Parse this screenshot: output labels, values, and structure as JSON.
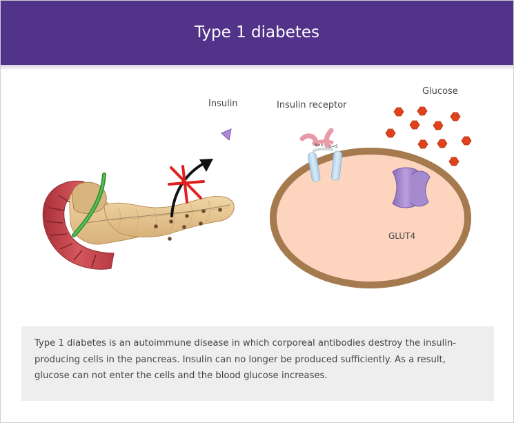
{
  "header": {
    "title": "Type 1 diabetes"
  },
  "figure": {
    "labels": {
      "insulin": "Insulin",
      "insulin_receptor": "Insulin receptor",
      "glucose": "Glucose",
      "glut4": "GLUT4",
      "disulfide": "S=S"
    },
    "colors": {
      "header": "#52338a",
      "cell_membrane": "#a57a4e",
      "cell_interior": "#fdd5bf",
      "glucose": "#e0431b",
      "insulin": "#a98bd6",
      "glut4": "#9a7bc2",
      "blocked_mark": "#e0201e",
      "pancreas": "#e6c794",
      "duodenum": "#c2464c",
      "duct": "#3aa63a"
    }
  },
  "description": {
    "text": "Type 1 diabetes is an autoimmune disease in which corporeal antibodies destroy the insulin-producing cells in the pancreas. Insulin can no longer be produced sufficiently. As a result, glucose can not enter the cells and the blood glucose increases."
  }
}
